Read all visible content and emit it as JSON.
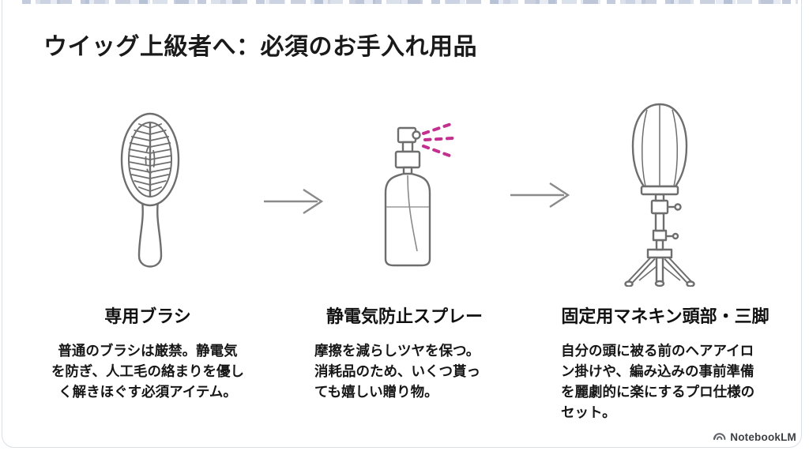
{
  "slide": {
    "title": "ウイッグ上級者へ：必須のお手入れ用品",
    "items": [
      {
        "icon": "hairbrush-icon",
        "heading": "専用ブラシ",
        "lines": [
          "普通のブラシは厳禁。静電気",
          "を防ぎ、人工毛の絡まりを優し",
          "く解きほぐす必須アイテム。"
        ]
      },
      {
        "icon": "spray-bottle-icon",
        "heading": "静電気防止スプレー",
        "lines": [
          "摩擦を減らしツヤを保つ。",
          "消耗品のため、いくつ貰っ",
          "ても嬉しい贈り物。"
        ]
      },
      {
        "icon": "mannequin-head-tripod-icon",
        "heading": "固定用マネキン頭部・三脚",
        "lines": [
          "自分の頭に被る前のヘアアイロ",
          "ン掛けや、編み込みの事前準備",
          "を麗劇的に楽にするプロ仕様の",
          "セット。"
        ]
      }
    ],
    "flow": {
      "arrow_count": 2,
      "direction": "left-to-right"
    },
    "footer": {
      "brand": "NotebookLM",
      "logo_icon": "notebooklm-logo-icon"
    },
    "colors": {
      "line_art": "#6e6e6e",
      "arrow": "#8a8a8a",
      "spray_accent": "#c4308f",
      "text": "#161616",
      "border": "#d9dee8"
    }
  }
}
